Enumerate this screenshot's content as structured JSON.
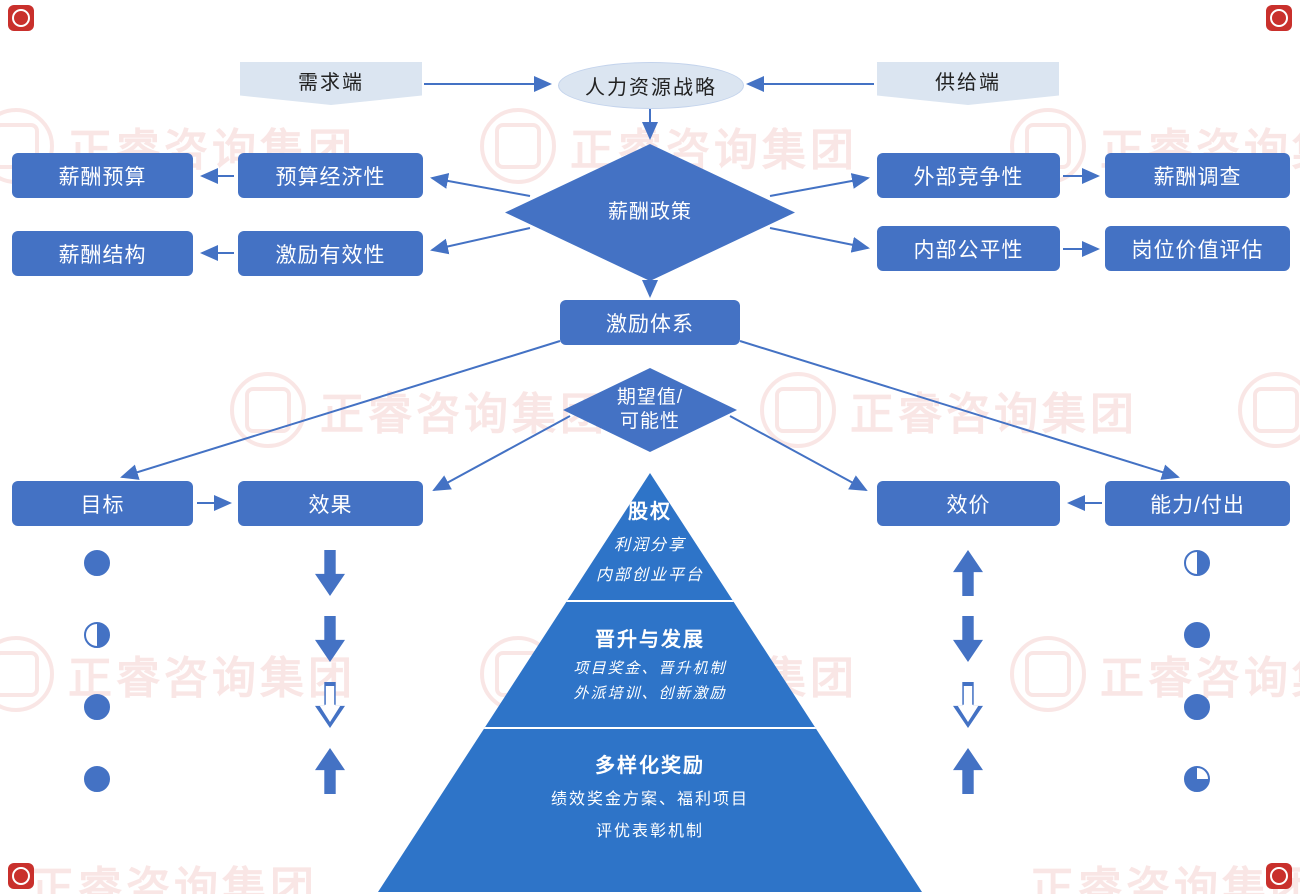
{
  "brand": {
    "name": "正睿咨询集团",
    "logo_color": "#c9302c",
    "watermark_color": "#d9443f"
  },
  "colors": {
    "primary": "#4472c4",
    "light_fill": "#dbe5f1",
    "pyramid": "#2e74c8"
  },
  "top_flow": {
    "demand_side": "需求端",
    "hr_strategy": "人力资源战略",
    "supply_side": "供给端",
    "salary_policy": "薪酬政策"
  },
  "left_branch": {
    "budget": "薪酬预算",
    "budget_economy": "预算经济性",
    "structure": "薪酬结构",
    "incentive_effectiveness": "激励有效性"
  },
  "right_branch": {
    "external_competitiveness": "外部竞争性",
    "salary_survey": "薪酬调查",
    "internal_fairness": "内部公平性",
    "position_value_evaluation": "岗位价值评估"
  },
  "middle_flow": {
    "incentive_system": "激励体系",
    "expectancy_line1": "期望值/",
    "expectancy_line2": "可能性"
  },
  "expectancy_row": {
    "goal": "目标",
    "effect": "效果",
    "valence": "效价",
    "ability_effort": "能力/付出"
  },
  "indicators": {
    "goal_column": [
      "circle-full",
      "circle-half",
      "circle-full",
      "circle-full"
    ],
    "effect_column": [
      "arrow-down-solid",
      "arrow-down-solid",
      "arrow-down-outline",
      "arrow-up-solid"
    ],
    "valence_column": [
      "arrow-up-solid",
      "arrow-down-solid",
      "arrow-down-outline",
      "arrow-up-solid"
    ],
    "ability_column": [
      "circle-half",
      "circle-full",
      "circle-full",
      "circle-three-quarter"
    ]
  },
  "pyramid": {
    "levels": [
      {
        "title": "股权",
        "lines": [
          "利润分享",
          "内部创业平台"
        ]
      },
      {
        "title": "晋升与发展",
        "lines": [
          "项目奖金、晋升机制",
          "外派培训、创新激励"
        ]
      },
      {
        "title": "多样化奖励",
        "lines": [
          "绩效奖金方案、福利项目",
          "评优表彰机制"
        ]
      }
    ]
  }
}
